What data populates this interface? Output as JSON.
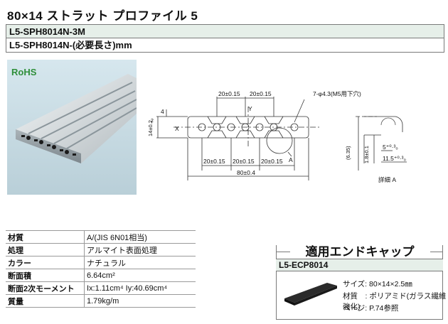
{
  "title": "80×14 ストラット プロファイル 5",
  "part_numbers": [
    "L5-SPH8014N-3M",
    "L5-SPH8014N-(必要長さ)mm"
  ],
  "rohs": "RoHS",
  "drawing": {
    "dims": {
      "d20a": "20±0.15",
      "d20b": "20±0.15",
      "holes": "7-φ4.3(M5用下穴)",
      "d4": "4",
      "d2": "2",
      "d14": "14±0.2",
      "x": "X",
      "y": "Y",
      "a": "A",
      "b20a": "20±0.15",
      "b20b": "20±0.15",
      "b20c": "20±0.15",
      "d80": "80±0.4"
    },
    "detail": {
      "d635": "(6.35)",
      "d18": "1.8±0.1",
      "d5": "5⁺⁰·³₀",
      "d115": "11.5⁺⁰·³₀",
      "label": "詳細 A"
    }
  },
  "specs": [
    {
      "key": "材質",
      "value": "A/(JIS 6N01相当)"
    },
    {
      "key": "処理",
      "value": "アルマイト表面処理"
    },
    {
      "key": "カラー",
      "value": "ナチュラル"
    },
    {
      "key": "断面積",
      "value": "6.64cm²"
    },
    {
      "key": "断面2次モーメント",
      "value": "Ix:1.11cm⁴    Iy:40.69cm⁴"
    },
    {
      "key": "質量",
      "value": "1.79kg/m"
    }
  ],
  "end_cap": {
    "title": "適用エンドキャップ",
    "part_number": "L5-ECP8014",
    "size": "サイズ: 80×14×2.5㎜",
    "material": "材質　: ポリアミド(ガラス繊維強化)",
    "page": "ページ: P.74参照"
  }
}
